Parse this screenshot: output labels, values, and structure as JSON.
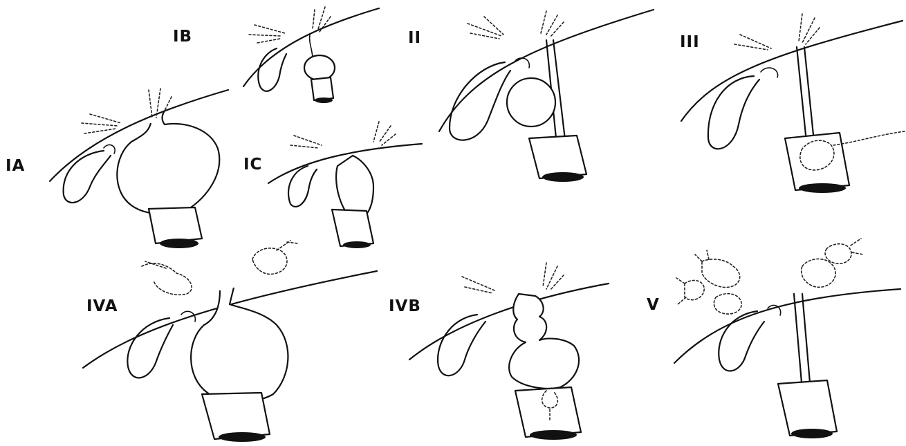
{
  "figure": {
    "panels": [
      {
        "id": "IA",
        "label": "IA"
      },
      {
        "id": "IB",
        "label": "IB"
      },
      {
        "id": "IC",
        "label": "IC"
      },
      {
        "id": "II",
        "label": "II"
      },
      {
        "id": "III",
        "label": "III"
      },
      {
        "id": "IVA",
        "label": "IVA"
      },
      {
        "id": "IVB",
        "label": "IVB"
      },
      {
        "id": "V",
        "label": "V"
      }
    ]
  }
}
